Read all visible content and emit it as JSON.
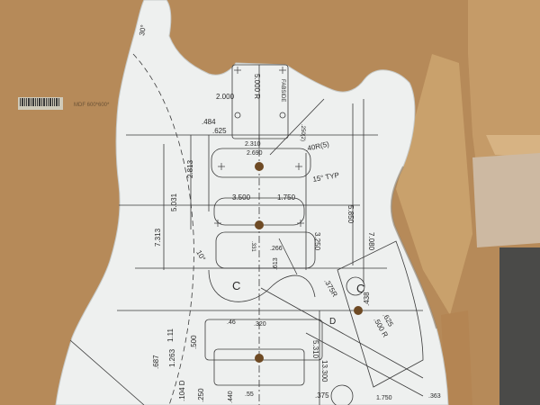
{
  "scene": {
    "description_free": true,
    "colors": {
      "mdf": "#b98d5c",
      "mdf_dark": "#9c7347",
      "template": "#eef0ef",
      "ink": "#2a2a2a",
      "drill_hole": "#6e4a24"
    }
  },
  "board_label": {
    "code": "MDF 600*600*"
  },
  "dimensions": {
    "d_30": "30°",
    "d_2000": "2.000",
    "d_5000r": "5.000 R",
    "d_fabside": "FABSIDE",
    "d_484": ".484",
    "d_625a": ".625",
    "d_250": ".250(2)",
    "d_2310": "2.310",
    "d_2690": "2.690",
    "d_40r": ".40R(5)",
    "d_15typ": "15° TYP",
    "d_2813": "2.813",
    "d_5031": "5.031",
    "d_3500": "3.500",
    "d_1750": "1.750",
    "d_5850": "5.850",
    "d_7080": "7.080",
    "d_7313": "7.313",
    "d_3250": "3.250",
    "d_10": "10°",
    "d_331": ".331",
    "d_266": ".266",
    "d_613": ".613",
    "d_375r": ".375R",
    "d_438": ".438",
    "d_c1": "C",
    "d_c2": "C",
    "d_d": "D",
    "d_625b": ".625",
    "d_500r": ".500 R",
    "d_111": "1.11",
    "d_1263": "1.263",
    "d_500": ".500",
    "d_46": ".46",
    "d_320": ".320",
    "d_5310": "5.310",
    "d_13300": "13.300",
    "d_375": ".375",
    "d_687": ".687",
    "d_104d": ".104 D",
    "d_250b": ".250",
    "d_440": ".440",
    "d_55": ".55",
    "d_1750b": "1.750",
    "d_363": ".363"
  }
}
